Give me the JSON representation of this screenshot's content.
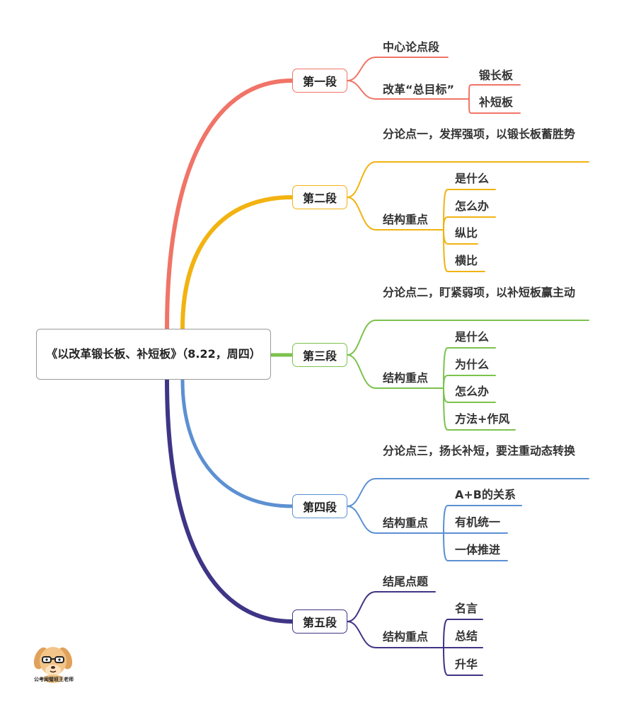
{
  "root": {
    "title": "《以改革锻长板、补短板》（8.22，周四）"
  },
  "watermark": "公考闻璧班王老师",
  "colors": {
    "sec1": "#f07467",
    "sec2": "#f2b311",
    "sec3": "#7cc24d",
    "sec4": "#5c90d2",
    "sec5": "#3f3586"
  },
  "sections": [
    {
      "label": "第一段",
      "children": [
        {
          "label": "中心论点段"
        },
        {
          "label": "改革“总目标”",
          "children": [
            "锻长板",
            "补短板"
          ]
        }
      ]
    },
    {
      "label": "第二段",
      "children": [
        {
          "label": "分论点一，发挥强项，以锻长板蓄胜势"
        },
        {
          "label": "结构重点",
          "children": [
            "是什么",
            "怎么办",
            "纵比",
            "横比"
          ]
        }
      ]
    },
    {
      "label": "第三段",
      "children": [
        {
          "label": "分论点二，盯紧弱项，以补短板赢主动"
        },
        {
          "label": "结构重点",
          "children": [
            "是什么",
            "为什么",
            "怎么办",
            "方法+作风"
          ]
        }
      ]
    },
    {
      "label": "第四段",
      "children": [
        {
          "label": "分论点三，扬长补短，要注重动态转换"
        },
        {
          "label": "结构重点",
          "children": [
            "A+B的关系",
            "有机统一",
            "一体推进"
          ]
        }
      ]
    },
    {
      "label": "第五段",
      "children": [
        {
          "label": "结尾点题"
        },
        {
          "label": "结构重点",
          "children": [
            "名言",
            "总结",
            "升华"
          ]
        }
      ]
    }
  ]
}
